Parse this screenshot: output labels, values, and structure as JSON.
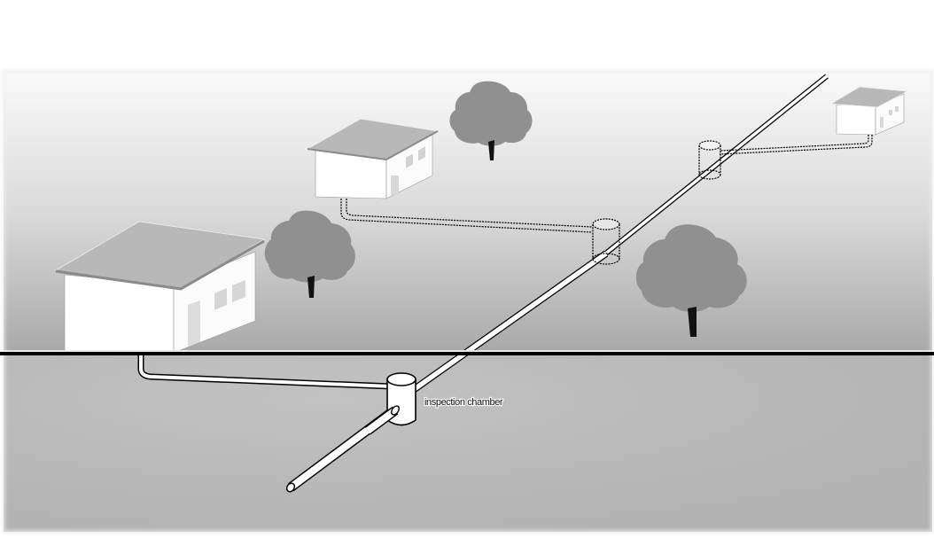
{
  "diagram": {
    "subject": "Drainage network: houses connected to a main sewer via inspection chambers",
    "labels": {
      "inspection_chamber": "inspection chamber"
    },
    "colors": {
      "page_background": "#ffffff",
      "sky_top": "#fafafa",
      "sky_bottom": "#a9a9a9",
      "underground": "#b4b4b4",
      "ground_line": "#000000",
      "house_wall": "#ffffff",
      "house_roof": "#b9b9b9",
      "house_window": "#d6d6d6",
      "tree_canopy": "#8f8f8f",
      "tree_trunk": "#111111",
      "pipe_fill": "#ffffff",
      "pipe_outline": "#000000"
    },
    "elements": {
      "houses": [
        "house-near",
        "house-middle",
        "house-far"
      ],
      "trees": [
        "tree-middle-left",
        "tree-top-center",
        "tree-right"
      ],
      "chambers": [
        {
          "name": "inspection-chamber-near",
          "style": "solid",
          "labeled": true
        },
        {
          "name": "inspection-chamber-middle",
          "style": "dashed",
          "labeled": false
        },
        {
          "name": "inspection-chamber-far",
          "style": "dashed",
          "labeled": false
        }
      ],
      "pipes": [
        {
          "name": "main-sewer-pipe",
          "style": "solid-and-dashed"
        },
        {
          "name": "house-near-connection-pipe",
          "style": "solid"
        },
        {
          "name": "house-middle-connection-pipe",
          "style": "dashed"
        },
        {
          "name": "house-far-connection-pipe",
          "style": "dashed"
        }
      ]
    }
  }
}
